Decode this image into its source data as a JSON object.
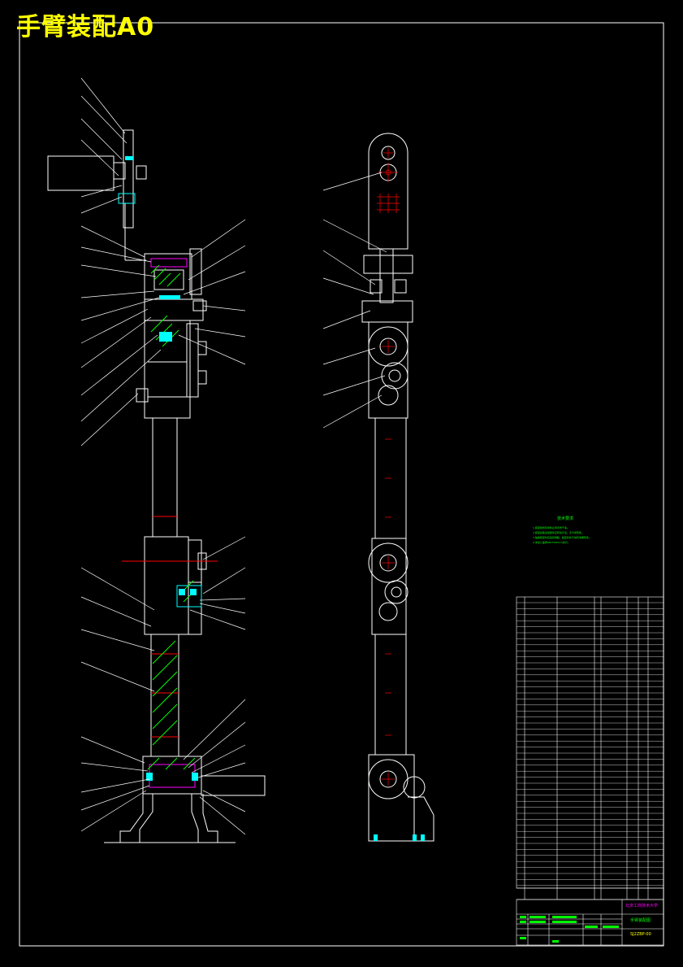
{
  "title": "手臂装配A0",
  "tech_requirements": {
    "title": "技术要求",
    "lines": [
      "1.装配前所有零件必须清洗干净。",
      "2.装配后各运动部件应转动灵活，无卡滞现象。",
      "3.轴承装配时应加润滑脂，各密封处不得有渗漏现象。",
      "4.未注公差按GB/T1804-m执行。"
    ]
  },
  "title_block": {
    "school": "北京工商技术大学",
    "drawing_name": "手臂装配图",
    "drawing_number": "SJ2ZBP-00"
  },
  "colors": {
    "frame": "#ffffff",
    "title": "#ffff00",
    "leader": "#ffffff",
    "part": "#ffffff",
    "section": "#00ff00",
    "center": "#ff0000",
    "bolt": "#ff00ff",
    "highlight": "#00ffff"
  }
}
